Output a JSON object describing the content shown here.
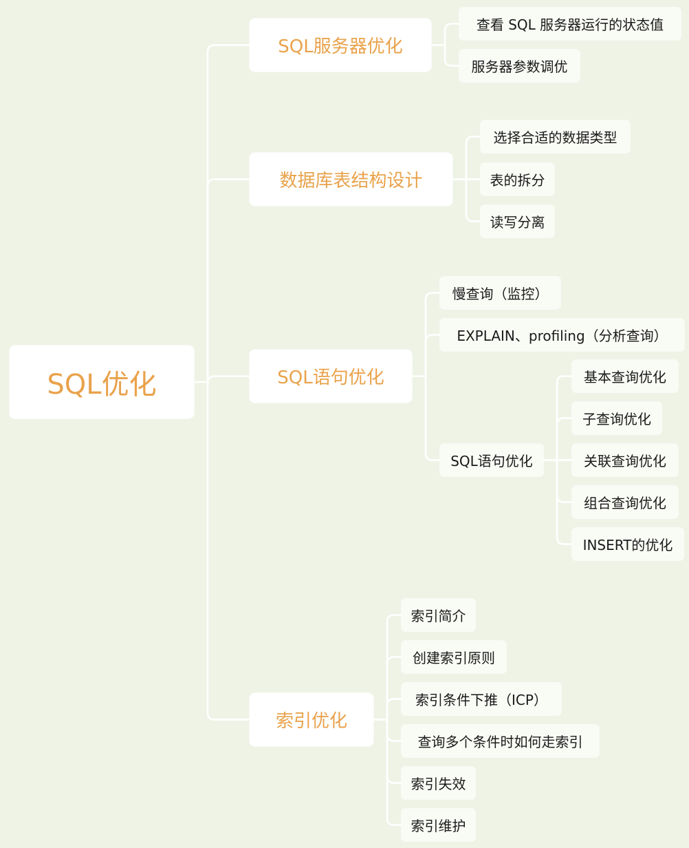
{
  "colors": {
    "background": "#eef3e6",
    "accent": "#e9a24b",
    "line": "#ffffff",
    "text": "#1a1a1a"
  },
  "root": {
    "label": "SQL优化",
    "children": [
      {
        "label": "SQL服务器优化",
        "children": [
          {
            "label": "查看 SQL 服务器运行的状态值"
          },
          {
            "label": "服务器参数调优"
          }
        ]
      },
      {
        "label": "数据库表结构设计",
        "children": [
          {
            "label": "选择合适的数据类型"
          },
          {
            "label": "表的拆分"
          },
          {
            "label": "读写分离"
          }
        ]
      },
      {
        "label": "SQL语句优化",
        "children": [
          {
            "label": "慢查询（监控）"
          },
          {
            "label": "EXPLAIN、profiling（分析查询）"
          },
          {
            "label": "SQL语句优化",
            "children": [
              {
                "label": "基本查询优化"
              },
              {
                "label": "子查询优化"
              },
              {
                "label": "关联查询优化"
              },
              {
                "label": "组合查询优化"
              },
              {
                "label": "INSERT的优化"
              }
            ]
          }
        ]
      },
      {
        "label": "索引优化",
        "children": [
          {
            "label": "索引简介"
          },
          {
            "label": "创建索引原则"
          },
          {
            "label": "索引条件下推（ICP）"
          },
          {
            "label": "查询多个条件时如何走索引"
          },
          {
            "label": "索引失效"
          },
          {
            "label": "索引维护"
          }
        ]
      }
    ]
  }
}
